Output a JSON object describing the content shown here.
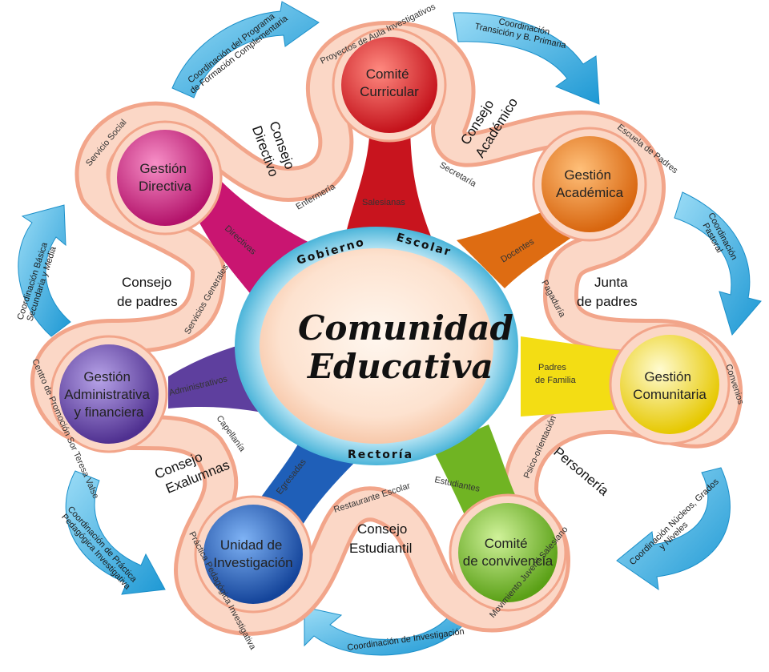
{
  "center": {
    "title_line1": "Comunidad",
    "title_line2": "Educativa",
    "ring_top_left": "Gobierno",
    "ring_top_right": "Escolar",
    "ring_bottom": "Rectoría"
  },
  "nodes": {
    "comite_curricular": {
      "line1": "Comité",
      "line2": "Curricular",
      "color": "#e8202a"
    },
    "gestion_directiva": {
      "line1": "Gestión",
      "line2": "Directiva",
      "color": "#d81b7a"
    },
    "gestion_academica": {
      "line1": "Gestión",
      "line2": "Académica",
      "color": "#f07c1a"
    },
    "gestion_comunitaria": {
      "line1": "Gestión",
      "line2": "Comunitaria",
      "color": "#f5e11a"
    },
    "gestion_administrativa": {
      "line1": "Gestión",
      "line2": "Administrativa",
      "line3": "y financiera",
      "color": "#6b4aa8"
    },
    "unidad_investigacion": {
      "line1": "Unidad de",
      "line2": "Investigación",
      "color": "#1e5db8"
    },
    "comite_convivencia": {
      "line1": "Comité",
      "line2": "de convivencia",
      "color": "#7cc02a"
    }
  },
  "connectors": {
    "salesianas": "Salesianas",
    "directivas": "Directivas",
    "docentes": "Docentes",
    "padres_familia_1": "Padres",
    "padres_familia_2": "de Familia",
    "administrativos": "Administrativos",
    "egresadas": "Egresadas",
    "estudiantes": "Estudiantes"
  },
  "councils": {
    "consejo_directivo_1": "Consejo",
    "consejo_directivo_2": "Directivo",
    "consejo_academico_1": "Consejo",
    "consejo_academico_2": "Académico",
    "consejo_padres_1": "Consejo",
    "consejo_padres_2": "de padres",
    "junta_padres_1": "Junta",
    "junta_padres_2": "de padres",
    "consejo_exalumnas_1": "Consejo",
    "consejo_exalumnas_2": "Exalumnas",
    "consejo_estudiantil_1": "Consejo",
    "consejo_estudiantil_2": "Estudiantil",
    "personeria": "Personería"
  },
  "band_labels": {
    "proyectos_aula": "Proyectos de Aula Investigativos",
    "servicio_social": "Servicio Social",
    "enfermeria": "Enfermería",
    "secretaria": "Secretaría",
    "escuela_padres": "Escuela de Padres",
    "servicios_generales": "Servicios Generales",
    "pagaduria": "Pagaduría",
    "convenios": "Convenios",
    "centro_promocion": "Centro de Promoción Sor Teresa Valse",
    "capellania": "Capellanía",
    "psico_orientacion": "Psico-orientación",
    "practica_pedagogica": "Práctica Pedagógica Investigativa",
    "restaurante_escolar": "Restaurante Escolar",
    "movimiento_juvenil": "Movimiento Juvenil Salesiano"
  },
  "arrows": {
    "programa_complementaria_1": "Coordinación del Programa",
    "programa_complementaria_2": "de Formación Complementaria",
    "transicion_1": "Coordinación",
    "transicion_2": "Transición y B. Primaria",
    "pastoral_1": "Coordinación",
    "pastoral_2": "Pastoral",
    "basica_1": "Coordinación Básica",
    "basica_2": "Secundaria y Media",
    "nucleos_1": "Coordinación Núcleos, Grados",
    "nucleos_2": "y Niveles",
    "practica_1": "Coordinación de Práctica",
    "practica_2": "Pedagógica Investigativa",
    "investigacion": "Coordinación de Investigación"
  },
  "colors": {
    "arrow_blue": "#2aa9e0",
    "band_fill": "#fbd7c6",
    "band_edge": "#f2a58a",
    "center_fill": "#fde6d6",
    "center_ring": "#8fd3ea"
  }
}
